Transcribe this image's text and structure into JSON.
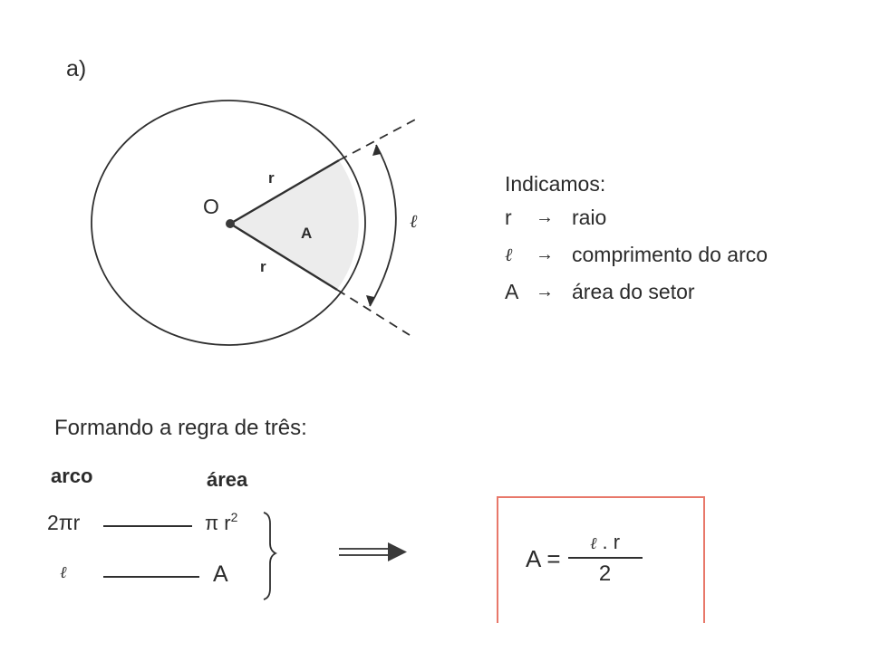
{
  "part_label": "a)",
  "figure": {
    "center_label": "O",
    "radius_label_upper": "r",
    "radius_label_lower": "r",
    "sector_label": "A",
    "arc_label": "ℓ",
    "colors": {
      "stroke": "#2f2f2f",
      "sector_fill": "#ececec"
    }
  },
  "legend": {
    "title": "Indicamos:",
    "arrow": "→",
    "items": [
      {
        "symbol": "r",
        "description": "raio"
      },
      {
        "symbol": "ℓ",
        "description": "comprimento do arco"
      },
      {
        "symbol": "A",
        "description": "área do setor"
      }
    ]
  },
  "rule_of_three": {
    "title": "Formando a regra de três:",
    "headers": {
      "arc": "arco",
      "area": "área"
    },
    "rows": [
      {
        "arc": "2πr",
        "area_base": "π r",
        "area_exp": "2"
      },
      {
        "arc": "ℓ",
        "area": "A"
      }
    ]
  },
  "result": {
    "lhs": "A",
    "equals": "=",
    "numerator_ell": "ℓ",
    "numerator_rest": " . r",
    "denominator": "2",
    "border_color": "#e8786a"
  }
}
